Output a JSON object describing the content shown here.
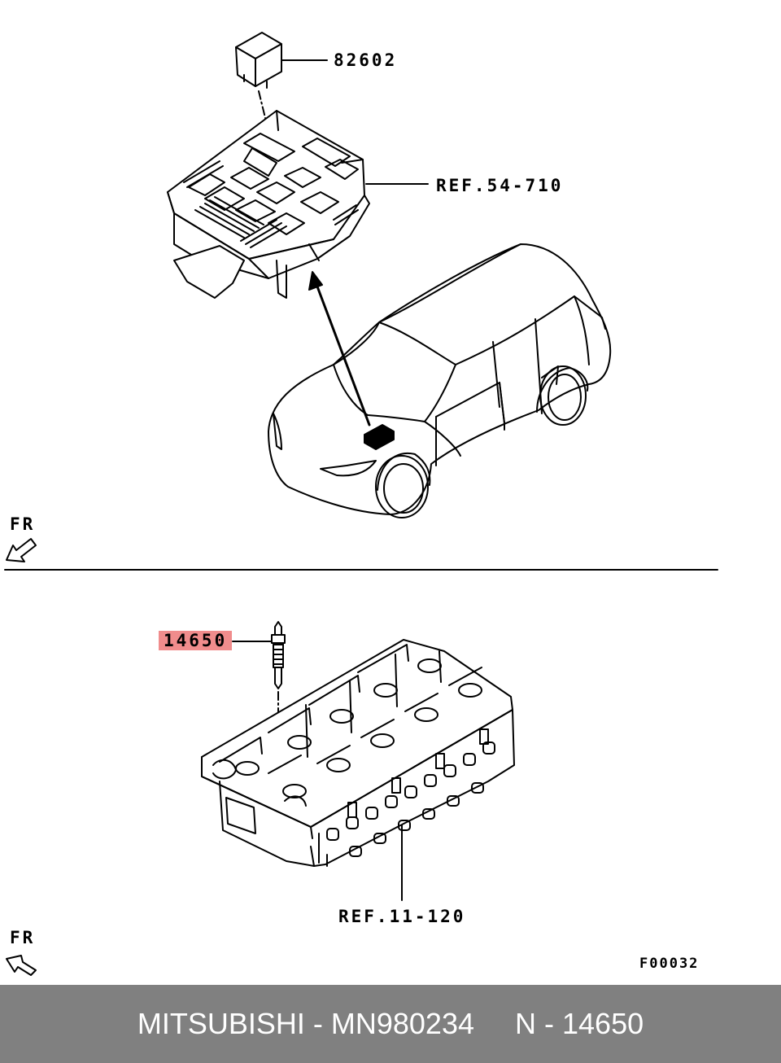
{
  "labels": {
    "relay": "82602",
    "fuse_box_ref": "REF.54-710",
    "glow_plug": "14650",
    "head_ref": "REF.11-120",
    "fr_top": "FR",
    "fr_bottom": "FR",
    "figure_code": "F00032"
  },
  "footer": {
    "text": "MITSUBISHI - MN980234     N - 14650",
    "background": "#808080"
  },
  "colors": {
    "highlight": "#f08c8c",
    "line": "#000000"
  }
}
